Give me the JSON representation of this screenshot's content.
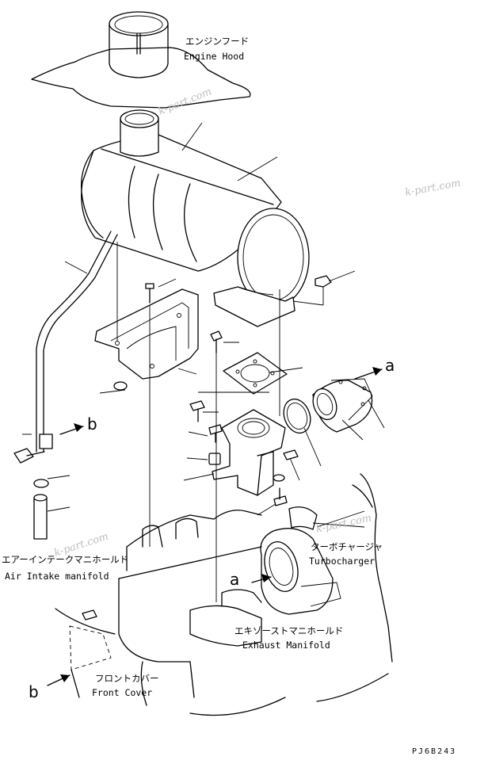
{
  "labels": {
    "engine_hood_jp": "エンジンフード",
    "engine_hood_en": "Engine Hood",
    "air_intake_jp": "エアーインテークマニホールド",
    "air_intake_en": "Air Intake manifold",
    "turbo_jp": "ターボチャージャ",
    "turbo_en": "Turbocharger",
    "exhaust_jp": "エキゾーストマニホールド",
    "exhaust_en": "Exhaust Manifold",
    "front_cover_jp": "フロントカバー",
    "front_cover_en": "Front Cover"
  },
  "refs": {
    "a": "a",
    "b": "b"
  },
  "watermark": "k-part.com",
  "drawing_code": "PJ6B243"
}
